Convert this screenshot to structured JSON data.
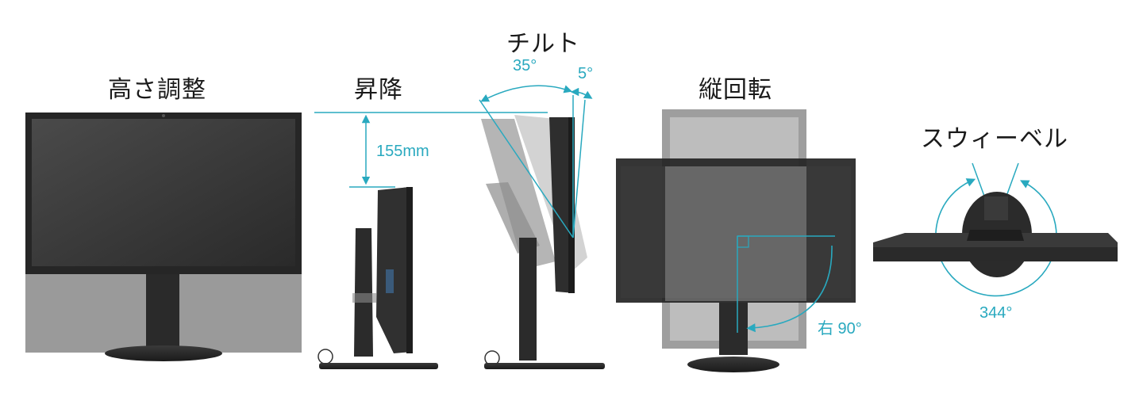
{
  "sections": {
    "height": {
      "title": "高さ調整"
    },
    "lift": {
      "title": "昇降",
      "value": "155mm"
    },
    "tilt": {
      "title": "チルト",
      "back_angle": "35°",
      "fwd_angle": "5°"
    },
    "pivot": {
      "title": "縦回転",
      "value": "右 90°"
    },
    "swivel": {
      "title": "スウィーベル",
      "value": "344°"
    }
  },
  "colors": {
    "accent": "#29a9bf",
    "bezel": "#2b2b2b",
    "screen": "#3a3a3a",
    "ghost": "#9a9a9a"
  },
  "icons": [
    "rotation-arrow-icon",
    "swivel-arrow-icon"
  ]
}
